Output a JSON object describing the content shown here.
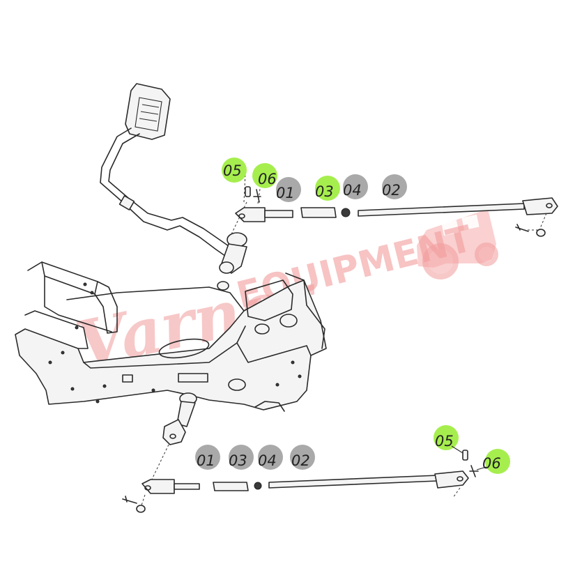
{
  "watermark": {
    "script_word": "Varner",
    "block_word": "EQUIPMENT"
  },
  "callouts": {
    "upper": [
      {
        "label": "05",
        "color": "green"
      },
      {
        "label": "06",
        "color": "green"
      },
      {
        "label": "01",
        "color": "gray"
      },
      {
        "label": "03",
        "color": "green"
      },
      {
        "label": "04",
        "color": "gray"
      },
      {
        "label": "02",
        "color": "gray"
      }
    ],
    "lower": [
      {
        "label": "01",
        "color": "gray"
      },
      {
        "label": "03",
        "color": "gray"
      },
      {
        "label": "04",
        "color": "gray"
      },
      {
        "label": "02",
        "color": "gray"
      },
      {
        "label": "05",
        "color": "green"
      },
      {
        "label": "06",
        "color": "green"
      }
    ]
  },
  "colors": {
    "green_bubble": "#a6ee4e",
    "gray_bubble": "#a9a9a9",
    "watermark": "#f29c9c"
  }
}
